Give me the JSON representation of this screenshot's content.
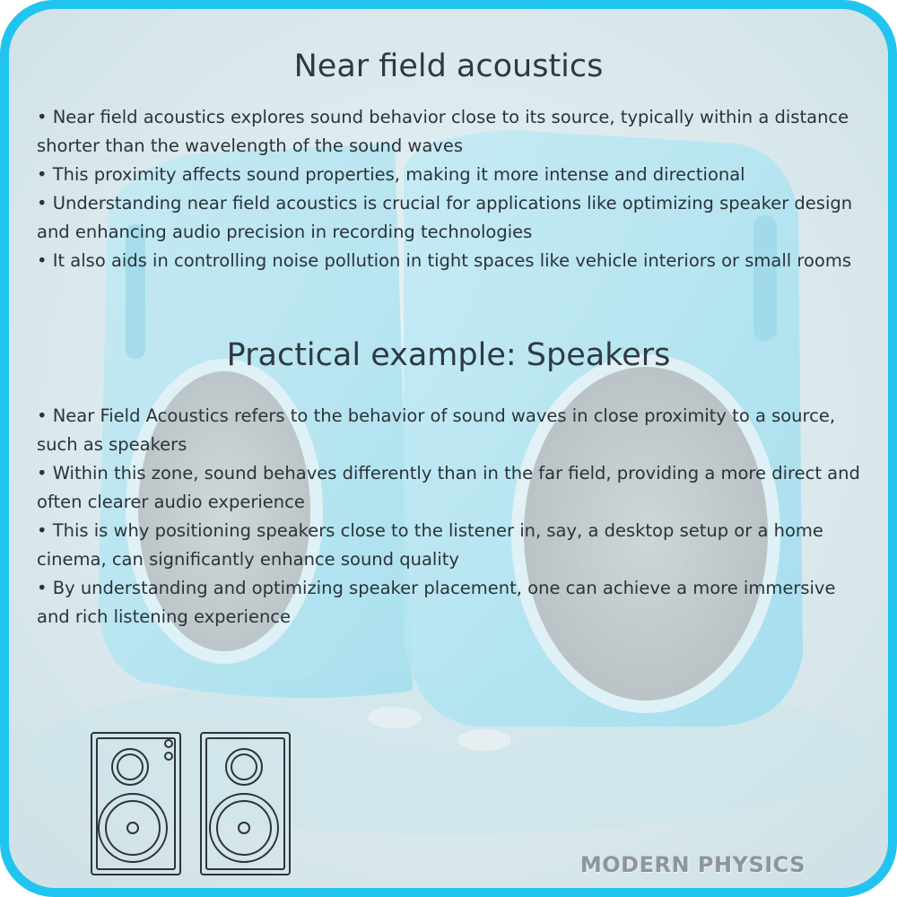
{
  "title": "Near field acoustics",
  "section1": {
    "bullets": [
      "• Near field acoustics explores sound behavior close to its source, typically within a distance shorter than the wavelength of the sound waves",
      "• This proximity affects sound properties, making it more intense and directional",
      "• Understanding near field acoustics is crucial for applications like optimizing speaker design and enhancing audio precision in recording technologies",
      "• It also aids in controlling noise pollution in tight spaces like vehicle interiors or small rooms"
    ]
  },
  "section2": {
    "heading": "Practical example: Speakers",
    "bullets": [
      "• Near Field Acoustics refers to the behavior of sound waves in close proximity to a source, such as speakers",
      "• Within this zone, sound behaves differently than in the far field, providing a more direct and often clearer audio experience",
      "• This is why positioning speakers close to the listener in, say, a desktop setup or a home cinema, can significantly enhance sound quality",
      "• By understanding and optimizing speaker placement, one can achieve a more immersive and rich listening experience"
    ]
  },
  "brand": "MODERN PHYSICS",
  "icons": [
    "speaker-pair-icon"
  ],
  "colors": {
    "frame": "#21c4ef",
    "background": "#d7e6ea",
    "text": "#2a3338",
    "brand": "#8d969a"
  }
}
